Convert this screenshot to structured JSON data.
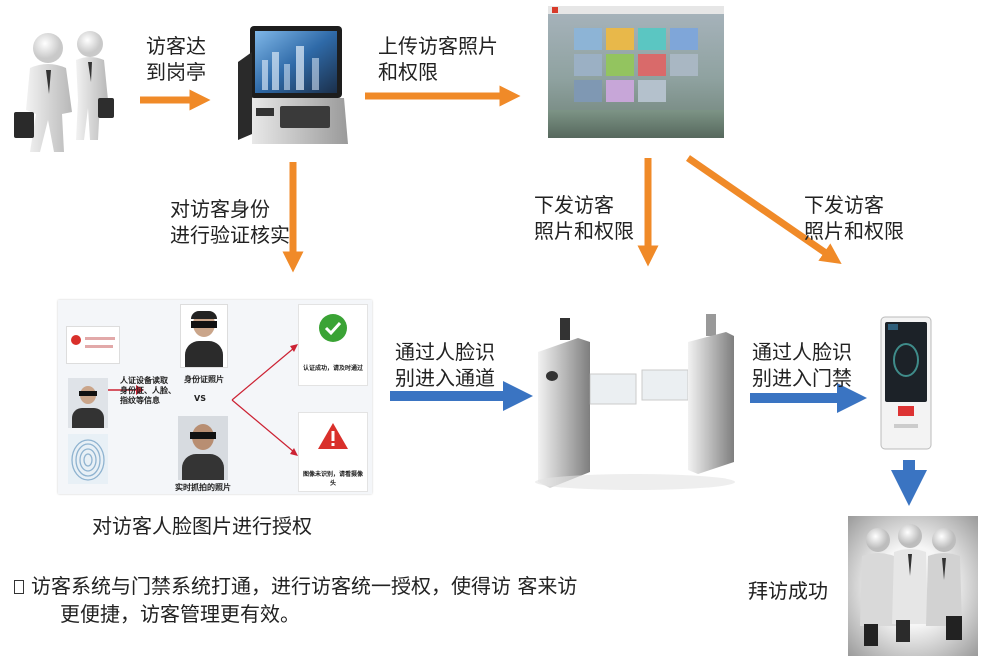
{
  "labels": {
    "arrive": "访客达\n到岗亭",
    "upload": "上传访客照片\n和权限",
    "verify": "对访客身份\n进行验证核实",
    "issue_gate": "下发访客\n照片和权限",
    "issue_door": "下发访客\n照片和权限",
    "face_gate": "通过人脸识\n别进入通道",
    "face_door": "通过人脸识\n别进入门禁",
    "authorize": "对访客人脸图片进行授权",
    "success": "拜访成功"
  },
  "verify_panel": {
    "reader_text": "人证设备读取\n身份证、人脸、\n指纹等信息",
    "id_photo_caption": "身份证照片",
    "vs": "VS",
    "live_photo_caption": "实时抓拍的照片",
    "ok_text": "认证成功，请及时通过",
    "fail_text": "图像未识别，请看摄像头"
  },
  "footer": {
    "bullet_icon": "square-bullet",
    "line1": "访客系统与门禁系统打通，进行访客统一授权，使得访 客来访",
    "line2": "更便捷，访客管理更有效。"
  },
  "colors": {
    "orange_arrow": "#f08a28",
    "blue_arrow": "#3a74c2",
    "ok_green": "#3aa335",
    "warn_red": "#d9302b"
  }
}
